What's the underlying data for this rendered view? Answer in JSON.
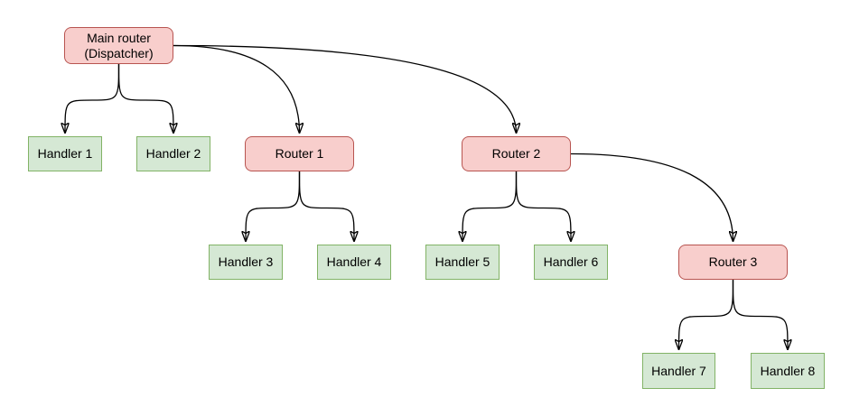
{
  "diagram": {
    "background": "#ffffff",
    "nodes": {
      "main_router": {
        "label": "Main router (Dispatcher)",
        "type": "router"
      },
      "handler_1": {
        "label": "Handler 1",
        "type": "handler"
      },
      "handler_2": {
        "label": "Handler 2",
        "type": "handler"
      },
      "router_1": {
        "label": "Router 1",
        "type": "router"
      },
      "router_2": {
        "label": "Router 2",
        "type": "router"
      },
      "handler_3": {
        "label": "Handler 3",
        "type": "handler"
      },
      "handler_4": {
        "label": "Handler 4",
        "type": "handler"
      },
      "handler_5": {
        "label": "Handler 5",
        "type": "handler"
      },
      "handler_6": {
        "label": "Handler 6",
        "type": "handler"
      },
      "router_3": {
        "label": "Router 3",
        "type": "router"
      },
      "handler_7": {
        "label": "Handler 7",
        "type": "handler"
      },
      "handler_8": {
        "label": "Handler 8",
        "type": "handler"
      }
    },
    "edges": [
      {
        "from": "main_router",
        "to": "handler_1"
      },
      {
        "from": "main_router",
        "to": "handler_2"
      },
      {
        "from": "main_router",
        "to": "router_1"
      },
      {
        "from": "main_router",
        "to": "router_2"
      },
      {
        "from": "router_1",
        "to": "handler_3"
      },
      {
        "from": "router_1",
        "to": "handler_4"
      },
      {
        "from": "router_2",
        "to": "handler_5"
      },
      {
        "from": "router_2",
        "to": "handler_6"
      },
      {
        "from": "router_2",
        "to": "router_3"
      },
      {
        "from": "router_3",
        "to": "handler_7"
      },
      {
        "from": "router_3",
        "to": "handler_8"
      }
    ],
    "colors": {
      "router_fill": "#f8cecc",
      "router_border": "#b85450",
      "handler_fill": "#d5e8d4",
      "handler_border": "#82b366",
      "edge_stroke": "#000000",
      "label_text": "#000000"
    }
  }
}
